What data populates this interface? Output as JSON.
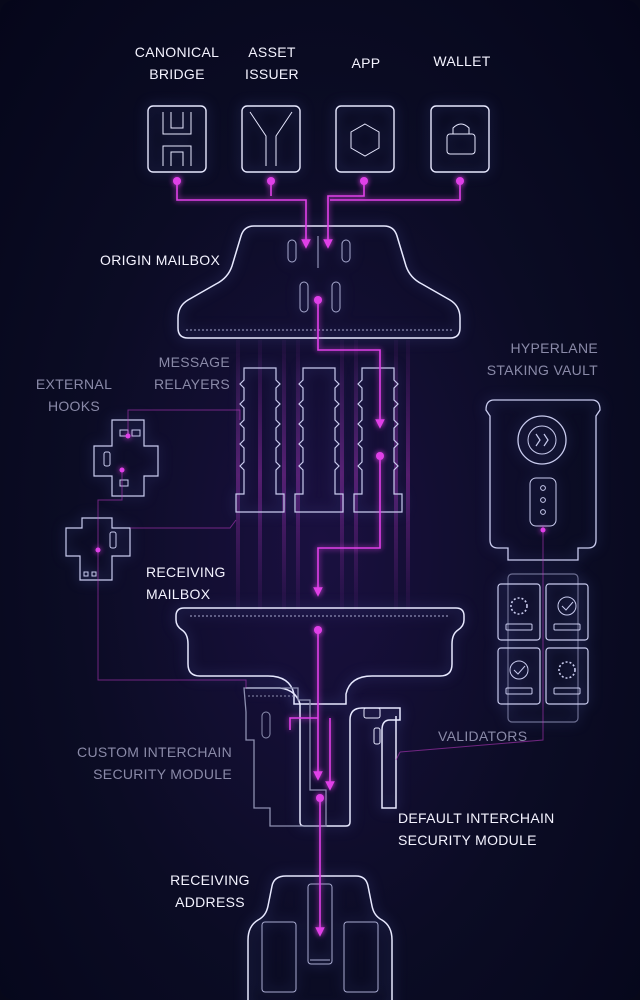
{
  "labels": {
    "canonical_bridge": [
      "CANONICAL",
      "BRIDGE"
    ],
    "asset_issuer": [
      "ASSET",
      "ISSUER"
    ],
    "app": "APP",
    "wallet": "WALLET",
    "origin_mailbox": "ORIGIN MAILBOX",
    "message_relayers": [
      "MESSAGE",
      "RELAYERS"
    ],
    "hyperlane_staking_vault": [
      "HYPERLANE",
      "STAKING VAULT"
    ],
    "external_hooks": [
      "EXTERNAL",
      "HOOKS"
    ],
    "receiving_mailbox": [
      "RECEIVING",
      "MAILBOX"
    ],
    "validators": "VALIDATORS",
    "custom_ism": [
      "CUSTOM INTERCHAIN",
      "SECURITY MODULE"
    ],
    "default_ism": [
      "DEFAULT INTERCHAIN",
      "SECURITY MODULE"
    ],
    "receiving_address": [
      "RECEIVING",
      "ADDRESS"
    ]
  },
  "colors": {
    "accent": "#e040e8",
    "outline": "#e8e9ff",
    "glow": "#6f7cff",
    "dim_outline": "#8d8fb0",
    "background": "#0b0c24"
  },
  "icons": [
    "bridge-icon",
    "asset-issuer-icon",
    "hexagon-app-icon",
    "lock-wallet-icon",
    "hyperlane-logo-icon",
    "loading-spinner-icon",
    "checkmark-seal-icon"
  ]
}
